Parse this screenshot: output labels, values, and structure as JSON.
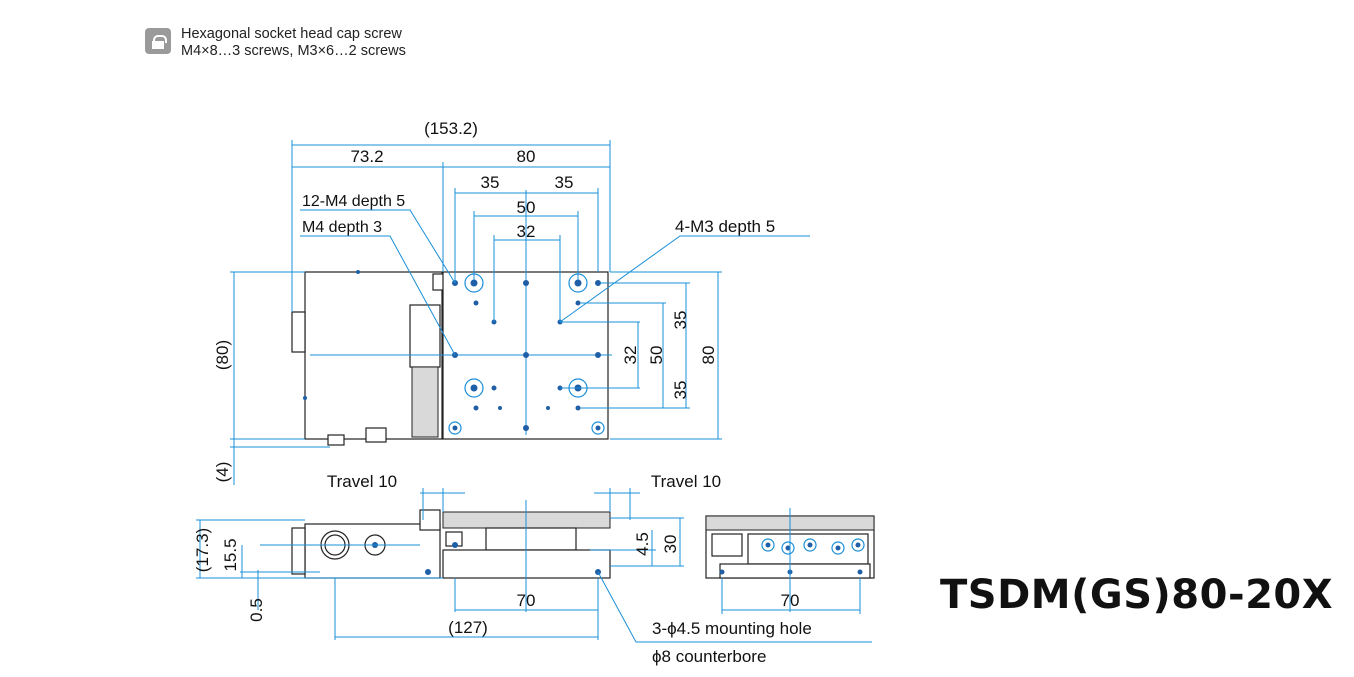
{
  "legend": {
    "icon": "hex-socket-screw-icon",
    "line1": "Hexagonal socket head cap screw",
    "line2": "M4×8…3 screws, M3×6…2 screws"
  },
  "model": "TSDM(GS)80-20X",
  "dims": {
    "overall_width": "(153.2)",
    "left_width": "73.2",
    "table_width": "80",
    "half_left": "35",
    "half_right": "35",
    "pitch_50": "50",
    "pitch_32": "32",
    "note_m4_depth5": "12-M4 depth 5",
    "note_m4_depth3": "M4 depth 3",
    "note_m3_depth5": "4-M3 depth 5",
    "height_80_paren": "(80)",
    "height_4_paren": "(4)",
    "v35_top": "35",
    "v35_bottom": "35",
    "v32": "32",
    "v50": "50",
    "v80": "80",
    "travel_left": "Travel 10",
    "travel_right": "Travel 10",
    "h17_3": "(17.3)",
    "h15_5": "15.5",
    "h0_5": "0.5",
    "h4_5": "4.5",
    "h30": "30",
    "w70_side": "70",
    "w127": "(127)",
    "w70_end": "70",
    "mounting_hole": "3-ϕ4.5 mounting hole",
    "counterbore": "ϕ8 counterbore"
  },
  "colors": {
    "dimension": "#1a8fd8",
    "outline": "#222222"
  }
}
